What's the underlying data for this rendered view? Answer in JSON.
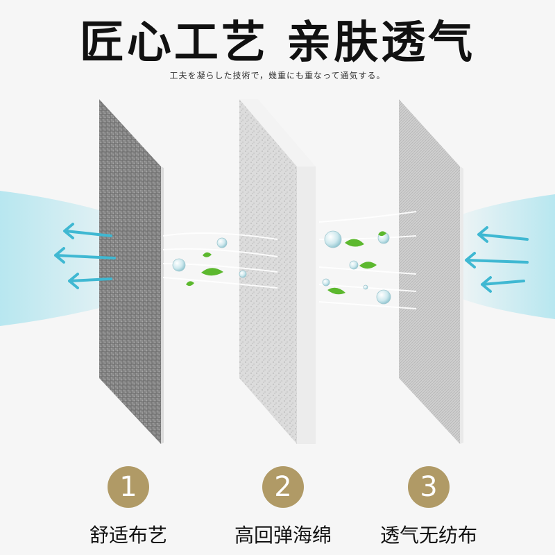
{
  "header": {
    "title": "匠心工艺 亲肤透气",
    "subtitle": "工夫を凝らした技術で，幾重にも重なって通気する。"
  },
  "layers": [
    {
      "number": "1",
      "label": "舒适布艺",
      "icon": "fabric-layer"
    },
    {
      "number": "2",
      "label": "高回弹海绵",
      "icon": "sponge-layer"
    },
    {
      "number": "3",
      "label": "透气无纺布",
      "icon": "nonwoven-layer"
    }
  ],
  "colors": {
    "accent_gold": "#b09a66",
    "airflow_cyan": "#7fd6e8",
    "leaf_green": "#5cb82e"
  }
}
